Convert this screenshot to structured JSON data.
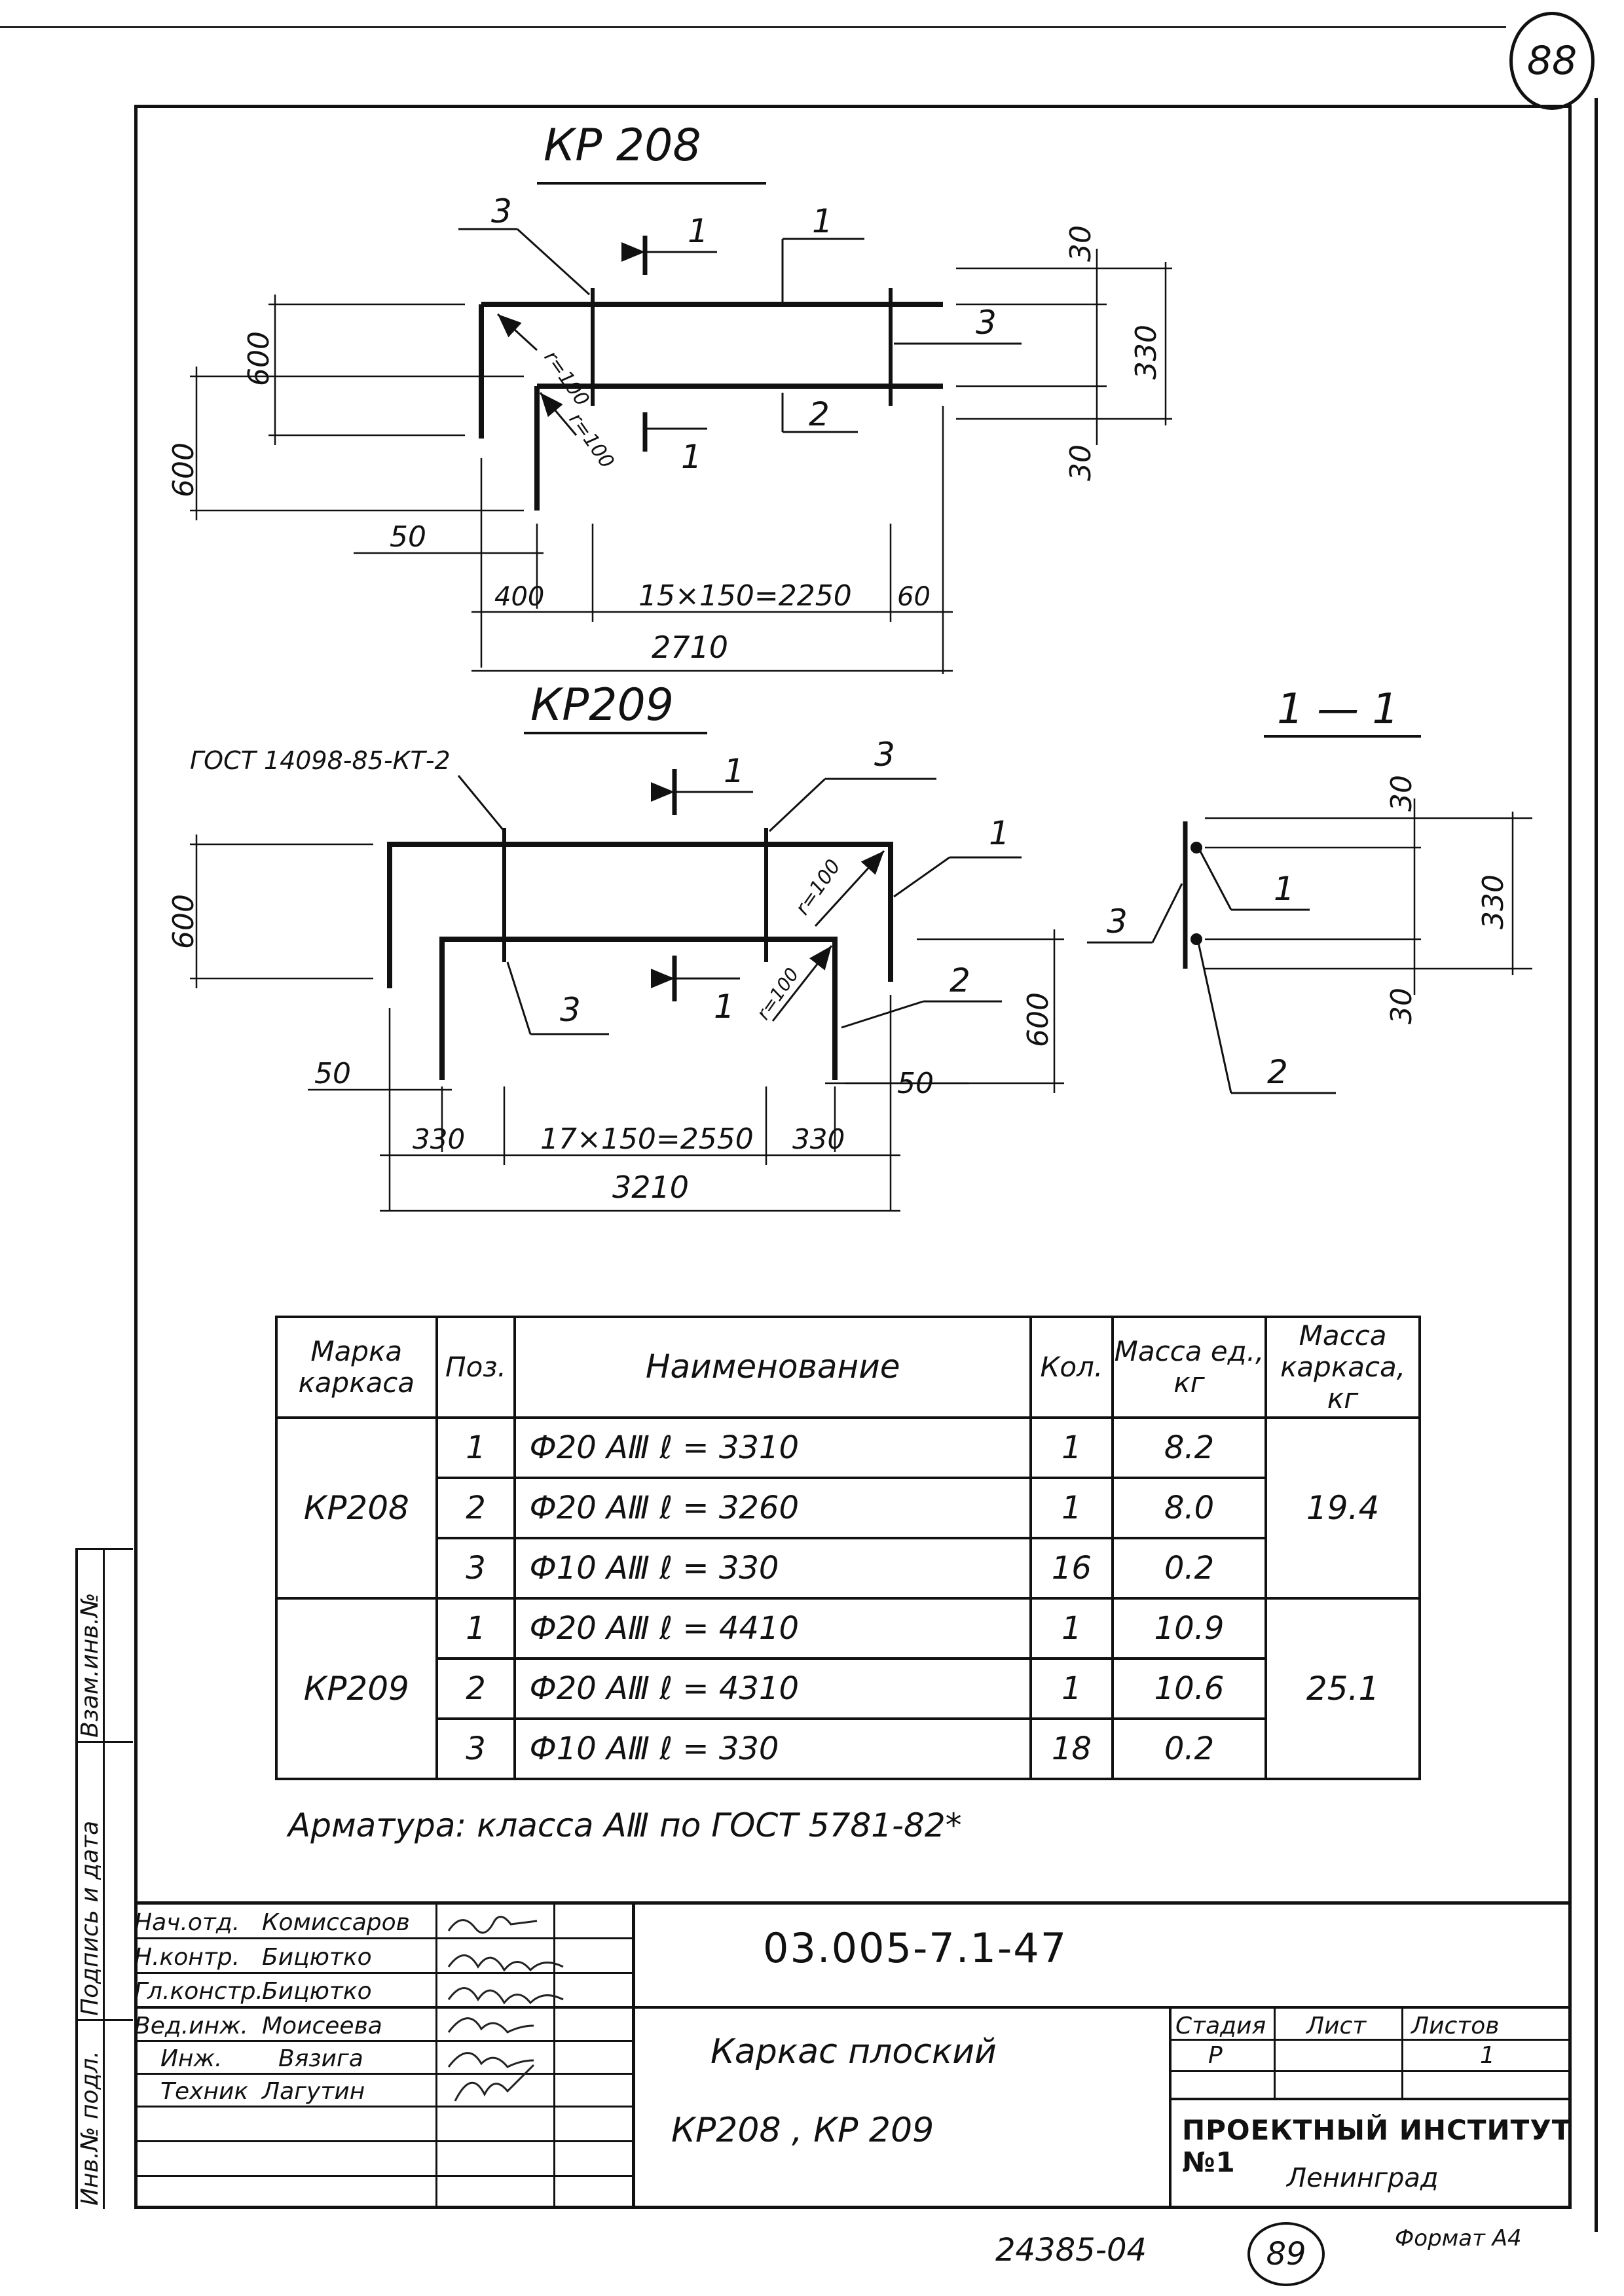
{
  "sheet_number": "88",
  "drawings": {
    "kr208": {
      "title": "КР 208",
      "labels": {
        "pos_3": "3",
        "pos_1_top": "1",
        "pos_1": "1",
        "pos_3_right": "3",
        "pos_2": "2",
        "section_mark_top": "1",
        "section_mark_bottom": "1",
        "radius_1": "r=100",
        "radius_2": "r=100",
        "dim_30_top": "30",
        "dim_330": "330",
        "dim_30_bottom": "30",
        "dim_600_inner": "600",
        "dim_600_outer": "600",
        "dim_50": "50",
        "dim_400": "400",
        "dim_span": "15×150=2250",
        "dim_60": "60",
        "dim_total": "2710"
      }
    },
    "kr209": {
      "title": "КР209",
      "standard_note": "ГОСТ 14098-85-КТ-2",
      "labels": {
        "pos_3_top": "3",
        "pos_1": "1",
        "pos_3_bottom": "3",
        "pos_2": "2",
        "section_mark_top": "1",
        "section_mark_bottom": "1",
        "radius_1": "r=100",
        "radius_2": "r=100",
        "dim_600_left": "600",
        "dim_600_right": "600",
        "dim_50_left": "50",
        "dim_50_right": "50",
        "dim_330_left": "330",
        "dim_span": "17×150=2550",
        "dim_330_right": "330",
        "dim_total": "3210"
      }
    },
    "section_1_1": {
      "title": "1 — 1",
      "labels": {
        "pos_3": "3",
        "pos_1": "1",
        "pos_2": "2",
        "dim_30_top": "30",
        "dim_330": "330",
        "dim_30_bottom": "30"
      }
    }
  },
  "spec_table": {
    "headers": {
      "mark": "Марка каркаса",
      "pos": "Поз.",
      "name": "Наименование",
      "qty": "Кол.",
      "unit_mass": "Масса ед., кг",
      "frame_mass": "Масса каркаса, кг"
    },
    "groups": [
      {
        "mark": "КР208",
        "frame_mass": "19.4",
        "rows": [
          {
            "pos": "1",
            "name": "Ф20 АⅢ   ℓ = 3310",
            "qty": "1",
            "unit_mass": "8.2"
          },
          {
            "pos": "2",
            "name": "Ф20 АⅢ   ℓ = 3260",
            "qty": "1",
            "unit_mass": "8.0"
          },
          {
            "pos": "3",
            "name": "Ф10 АⅢ   ℓ = 330",
            "qty": "16",
            "unit_mass": "0.2"
          }
        ]
      },
      {
        "mark": "КР209",
        "frame_mass": "25.1",
        "rows": [
          {
            "pos": "1",
            "name": "Ф20 АⅢ   ℓ = 4410",
            "qty": "1",
            "unit_mass": "10.9"
          },
          {
            "pos": "2",
            "name": "Ф20 АⅢ   ℓ = 4310",
            "qty": "1",
            "unit_mass": "10.6"
          },
          {
            "pos": "3",
            "name": "Ф10 АⅢ   ℓ = 330",
            "qty": "18",
            "unit_mass": "0.2"
          }
        ]
      }
    ]
  },
  "armature_note": "Арматура: класса АⅢ по ГОСТ 5781-82*",
  "title_block": {
    "doc_code": "03.005-7.1-47",
    "doc_title_line1": "Каркас плоский",
    "doc_title_line2": "КР208 ,  КР 209",
    "institute": "ПРОЕКТНЫЙ ИНСТИТУТ №1",
    "city": "Ленинград",
    "stage_header": "Стадия",
    "sheet_header": "Лист",
    "sheets_header": "Листов",
    "stage_value": "Р",
    "sheets_value": "1",
    "people": [
      {
        "role": "Нач.отд.",
        "name": "Комиссаров"
      },
      {
        "role": "Н.контр.",
        "name": "Бицютко"
      },
      {
        "role": "Гл.констр.",
        "name": "Бицютко"
      },
      {
        "role": "Вед.инж.",
        "name": "Моисеева"
      },
      {
        "role": "Инж.",
        "name": "Вязига"
      },
      {
        "role": "Техник",
        "name": "Лагутин"
      }
    ]
  },
  "side_stamp": {
    "inv_orig": "Инв.№ подл.",
    "sign_date": "Подпись и дата",
    "inv_replace": "Взам.инв.№"
  },
  "bottom": {
    "archive_code": "24385-04",
    "sheet_circle": "89",
    "format": "Формат А4"
  }
}
